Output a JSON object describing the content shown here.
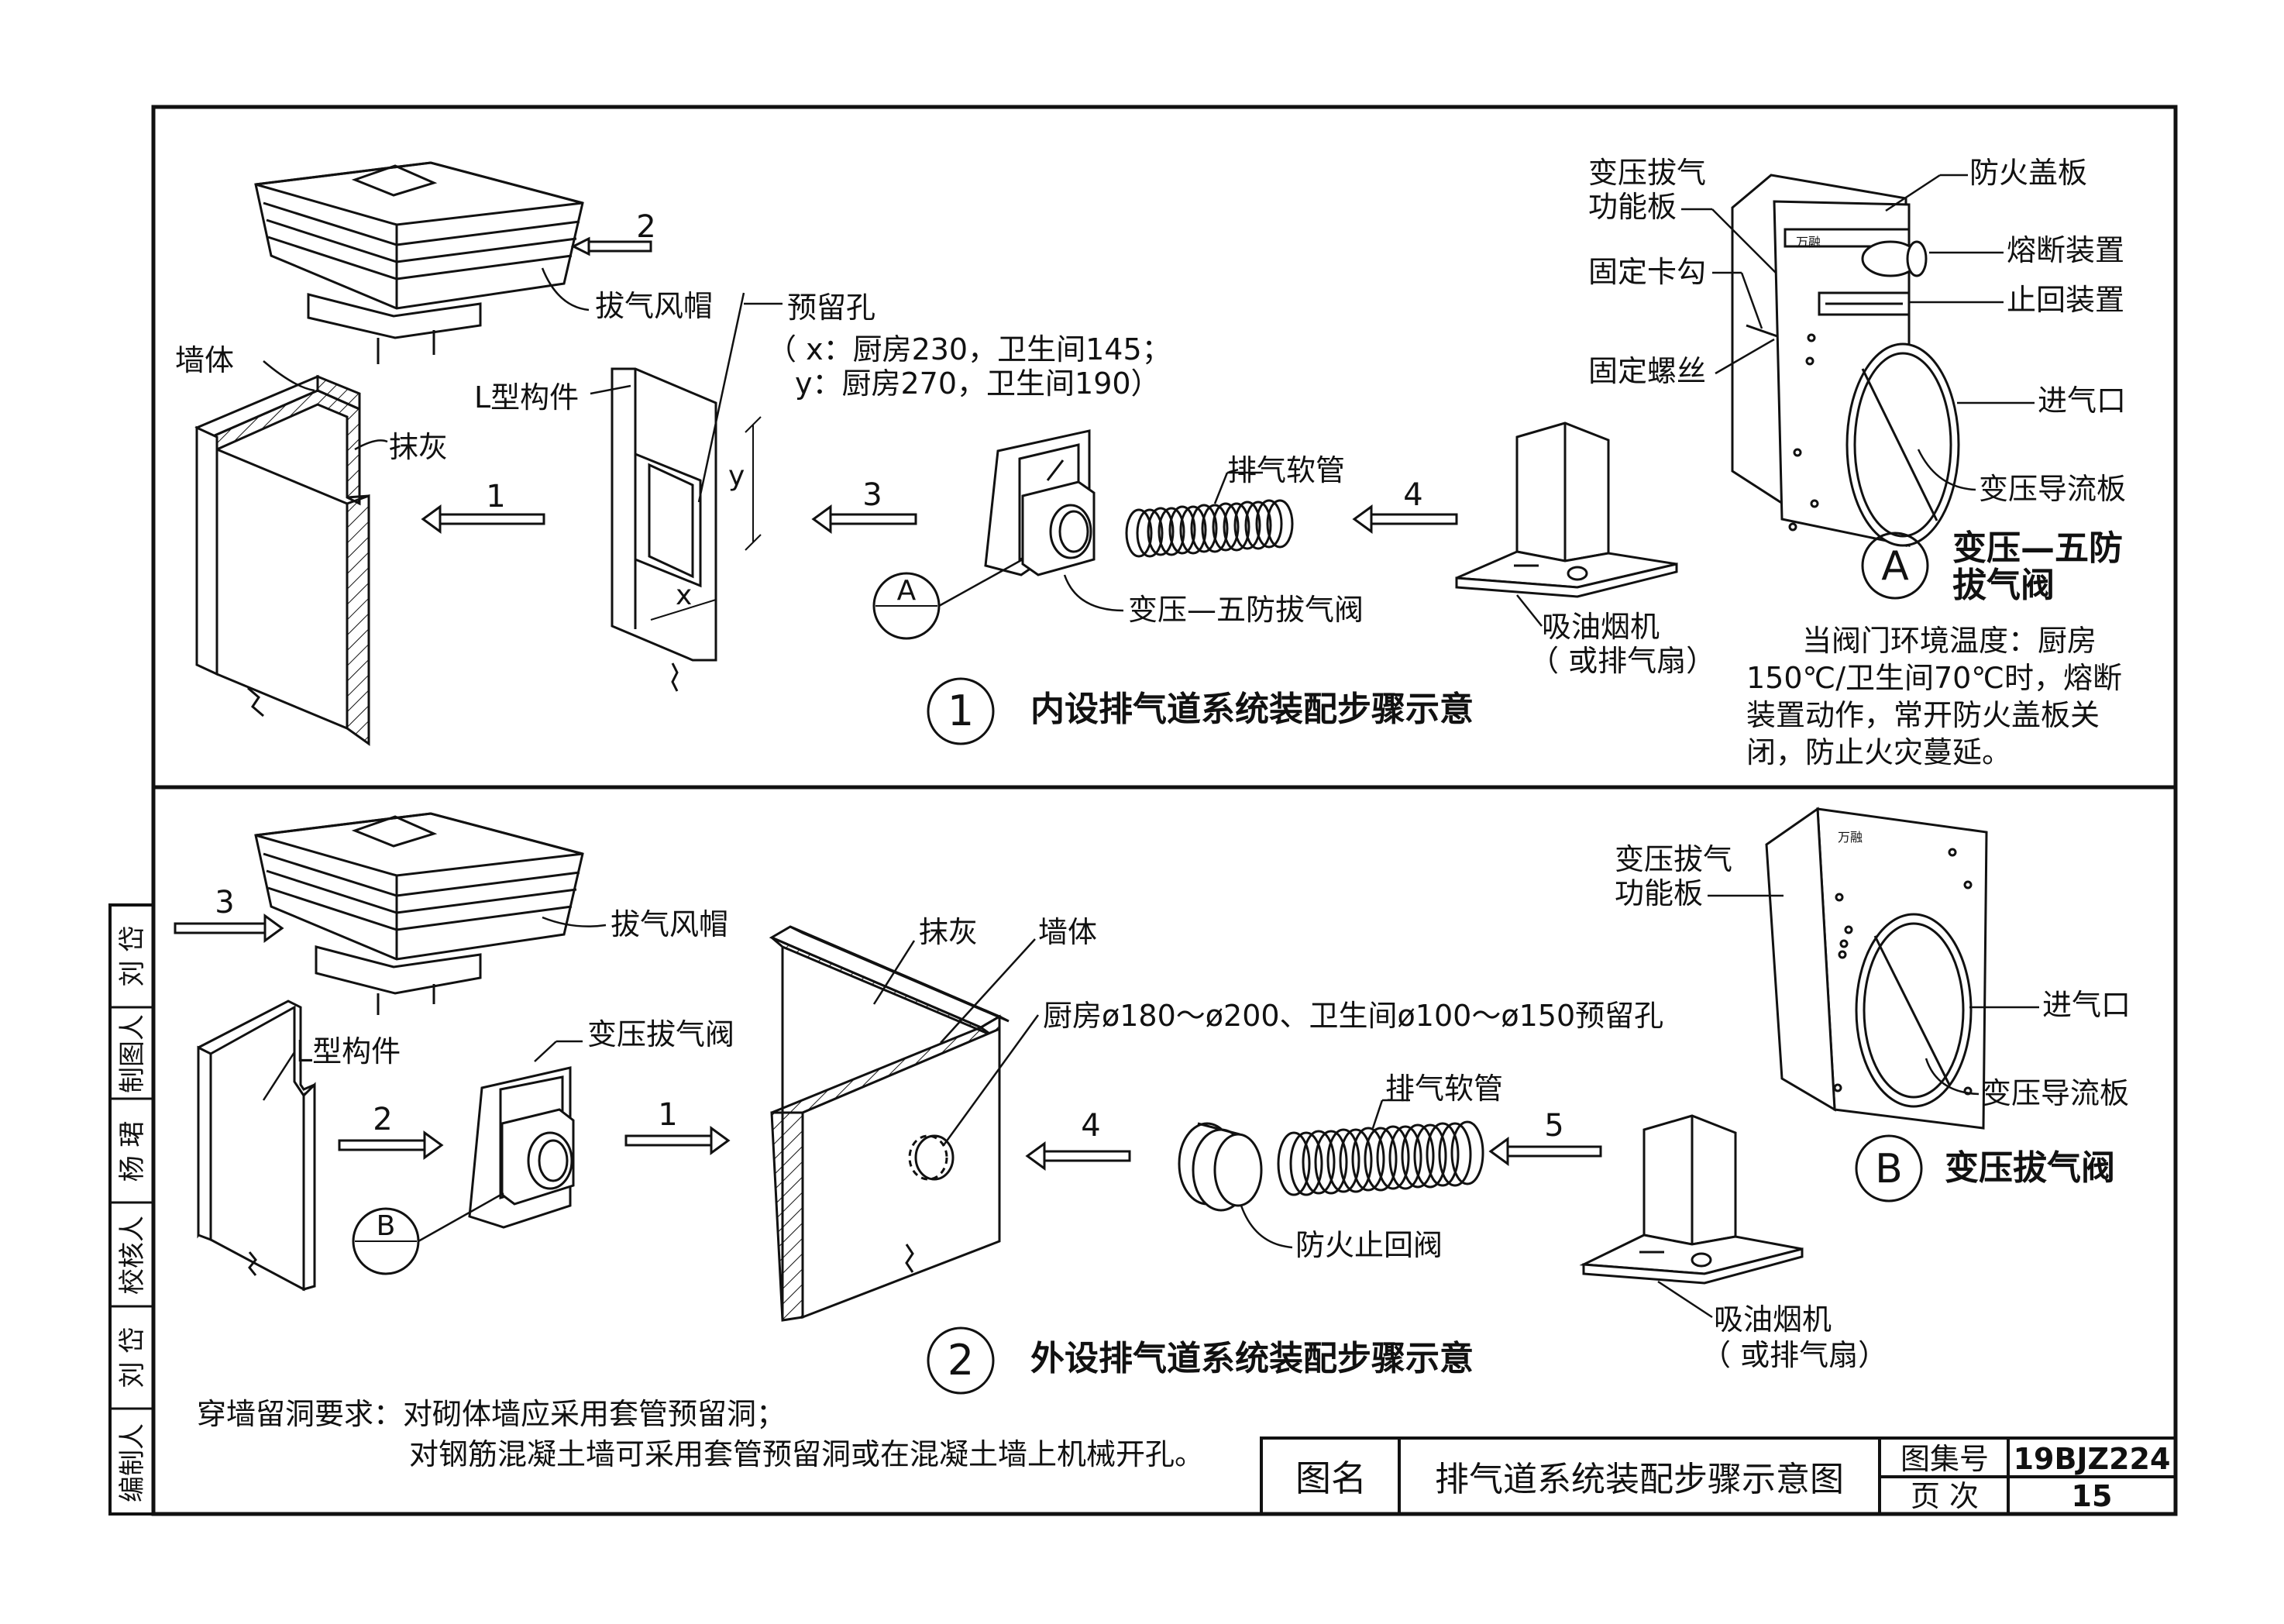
{
  "panel1": {
    "title": "内设排气道系统装配步骤示意",
    "number": "1",
    "labels": {
      "cap": "拔气风帽",
      "wall": "墙体",
      "plaster": "抹灰",
      "l_member": "L型构件",
      "hole": "预留孔",
      "hole_x": "（ x：厨房230，卫生间145；",
      "hole_y": "y：厨房270，卫生间190）",
      "hose": "排气软管",
      "valve": "变压—五防拔气阀",
      "hood_1": "吸油烟机",
      "hood_2": "（ 或排气扇）",
      "x": "x",
      "y": "y",
      "callout": "A"
    },
    "steps": [
      "1",
      "2",
      "3",
      "4"
    ]
  },
  "detailA": {
    "letter": "A",
    "title_1": "变压—五防",
    "title_2": "拔气阀",
    "labels": {
      "func_board_1": "变压拔气",
      "func_board_2": "功能板",
      "clip": "固定卡勾",
      "screw": "固定螺丝",
      "fire_cover": "防火盖板",
      "fuse": "熔断装置",
      "check": "止回装置",
      "inlet": "进气口",
      "guide": "变压导流板",
      "brand": "万融"
    },
    "note": [
      "当阀门环境温度：厨房",
      "150℃/卫生间70℃时，熔断",
      "装置动作，常开防火盖板关",
      "闭，防止火灾蔓延。"
    ]
  },
  "panel2": {
    "title": "外设排气道系统装配步骤示意",
    "number": "2",
    "labels": {
      "cap": "拔气风帽",
      "plaster": "抹灰",
      "wall": "墙体",
      "l_member": "L型构件",
      "valve": "变压拔气阀",
      "hole": "厨房ø180～ø200、卫生间ø100～ø150预留孔",
      "hose": "排气软管",
      "check": "防火止回阀",
      "hood_1": "吸油烟机",
      "hood_2": "（ 或排气扇）",
      "callout": "B"
    },
    "steps": [
      "1",
      "2",
      "3",
      "4",
      "5"
    ]
  },
  "detailB": {
    "letter": "B",
    "title": "变压拔气阀",
    "labels": {
      "func_board_1": "变压拔气",
      "func_board_2": "功能板",
      "inlet": "进气口",
      "guide": "变压导流板",
      "brand": "万融"
    }
  },
  "requirement": {
    "line1": "穿墙留洞要求：对砌体墙应采用套管预留洞；",
    "line2": "对钢筋混凝土墙可采用套管预留洞或在混凝土墙上机械开孔。"
  },
  "title_block": {
    "name_label": "图名",
    "name": "排气道系统装配步骤示意图",
    "atlas_label": "图集号",
    "atlas": "19BJZ224",
    "page_label": "页 次",
    "page": "15"
  },
  "sidebar": [
    "编制人",
    "刘 岱",
    "校核人",
    "杨 珺",
    "制图人",
    "刘 岱"
  ]
}
